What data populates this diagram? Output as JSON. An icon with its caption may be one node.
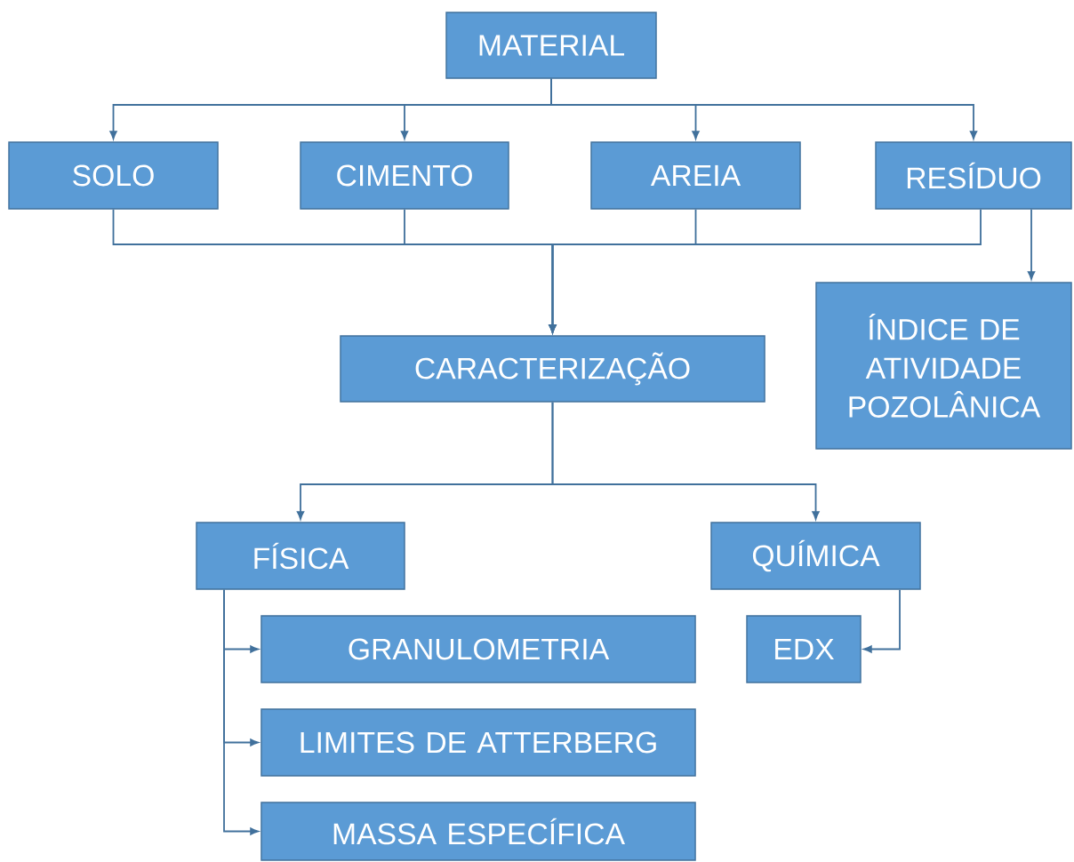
{
  "diagram": {
    "nodes": [
      {
        "text": [
          "MATERIAL"
        ]
      },
      {
        "text": [
          "SOLO"
        ]
      },
      {
        "text": [
          "CIMENTO"
        ]
      },
      {
        "text": [
          "AREIA"
        ]
      },
      {
        "text": [
          "RESÍDUO"
        ]
      },
      {
        "text": [
          "CARACTERIZAÇÃO"
        ]
      },
      {
        "text": [
          "ÍNDICE DE ATIVIDADE POZOLÂNICA"
        ]
      },
      {
        "text": [
          "FÍSICA"
        ]
      },
      {
        "text": [
          "QUÍMICA"
        ]
      },
      {
        "text": [
          "GRANULOMETRIA"
        ]
      },
      {
        "text": [
          "LIMITES DE ATTERBERG"
        ]
      },
      {
        "text": [
          "MASSA ESPECÍFICA"
        ]
      },
      {
        "text": [
          "EDX"
        ]
      }
    ],
    "edges": [
      {
        "from": 0,
        "to": 1,
        "arrow": "to"
      },
      {
        "from": 0,
        "to": 2,
        "arrow": "to"
      },
      {
        "from": 0,
        "to": 3,
        "arrow": "to"
      },
      {
        "from": 0,
        "to": 4,
        "arrow": "to"
      },
      {
        "from": 1,
        "to": 5,
        "arrow": "to"
      },
      {
        "from": 2,
        "to": 5,
        "arrow": "to"
      },
      {
        "from": 3,
        "to": 5,
        "arrow": "to"
      },
      {
        "from": 4,
        "to": 5,
        "arrow": "to"
      },
      {
        "from": 4,
        "to": 6,
        "arrow": "to"
      },
      {
        "from": 5,
        "to": 7,
        "arrow": "to"
      },
      {
        "from": 5,
        "to": 8,
        "arrow": "to"
      },
      {
        "from": 7,
        "to": 9,
        "arrow": "to"
      },
      {
        "from": 7,
        "to": 10,
        "arrow": "to"
      },
      {
        "from": 7,
        "to": 11,
        "arrow": "to"
      },
      {
        "from": 8,
        "to": 12,
        "arrow": "to"
      }
    ]
  }
}
